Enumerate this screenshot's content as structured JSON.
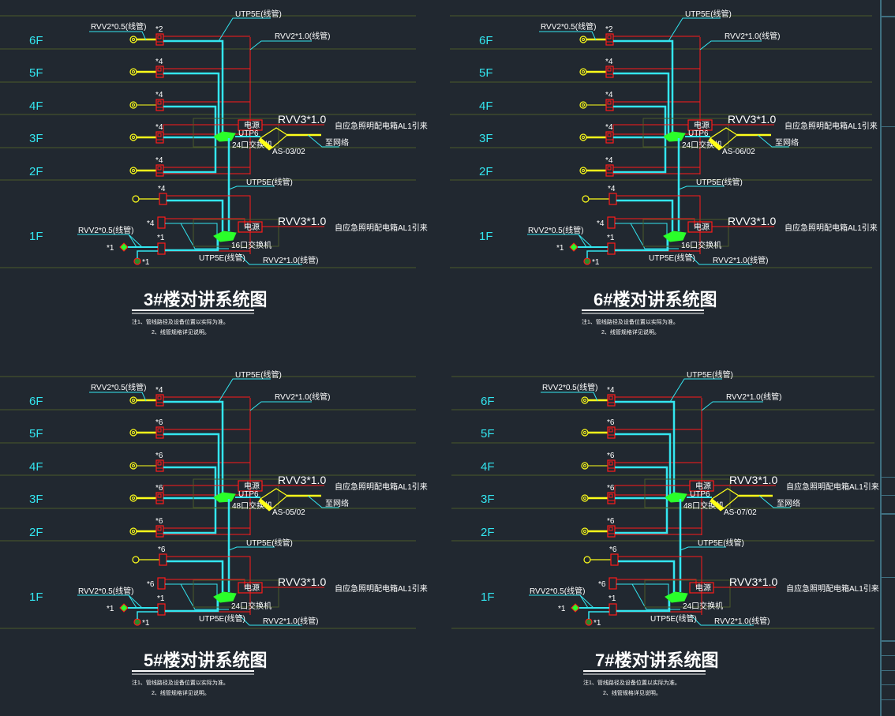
{
  "app": "CAD drawing viewer",
  "drawing": {
    "common_labels": {
      "riser_cable_top": "UTP5E(线管)",
      "riser_cable_mid": "UTP5E(线管)",
      "bottom_cable": "UTP5E(线管)",
      "power_cable_top": "RVV2*1.0(线管)",
      "power_cable_bottom": "RVV2*1.0(线管)",
      "door_cable_top": "RVV2*0.5(线管)",
      "door_cable_1f": "RVV2*0.5(线管)",
      "main_power_3f": "RVV3*1.0",
      "main_power_1f": "RVV3*1.0",
      "feed_3f": "自应急照明配电箱AL1引来",
      "feed_1f": "自应急照明配电箱AL1引来",
      "uplink": "UTP6",
      "to_network": "至网络",
      "power_box": "电源",
      "door_count_1f": "*1",
      "reader_count_1f": "*1",
      "exit_count_1f": "*1"
    },
    "floors": [
      "6F",
      "5F",
      "4F",
      "3F",
      "2F",
      "1F"
    ],
    "panels": [
      {
        "id": "building-3",
        "title": "3#楼对讲系统图",
        "counts": [
          "*2",
          "*4",
          "*4",
          "*4",
          "*4"
        ],
        "count_1f_a": "*4",
        "count_1f_b": "*4",
        "switch_3f": "24口交换机",
        "switch_1f": "16口交换机",
        "ap_label": "AS-03/02",
        "notes": [
          "注1、管线路径及设备位置以实际为准。",
          "2、线管规格详见说明。"
        ]
      },
      {
        "id": "building-6",
        "title": "6#楼对讲系统图",
        "counts": [
          "*2",
          "*4",
          "*4",
          "*4",
          "*4"
        ],
        "count_1f_a": "*4",
        "count_1f_b": "*4",
        "switch_3f": "24口交换机",
        "switch_1f": "16口交换机",
        "ap_label": "AS-06/02",
        "notes": [
          "注1、管线路径及设备位置以实际为准。",
          "2、线管规格详见说明。"
        ]
      },
      {
        "id": "building-5",
        "title": "5#楼对讲系统图",
        "counts": [
          "*4",
          "*6",
          "*6",
          "*6",
          "*6"
        ],
        "count_1f_a": "*6",
        "count_1f_b": "*6",
        "switch_3f": "48口交换机",
        "switch_1f": "24口交换机",
        "ap_label": "AS-05/02",
        "notes": [
          "注1、管线路径及设备位置以实际为准。",
          "2、线管规格详见说明。"
        ]
      },
      {
        "id": "building-7",
        "title": "7#楼对讲系统图",
        "counts": [
          "*4",
          "*6",
          "*6",
          "*6",
          "*6"
        ],
        "count_1f_a": "*6",
        "count_1f_b": "*6",
        "switch_3f": "48口交换机",
        "switch_1f": "24口交换机",
        "ap_label": "AS-07/02",
        "notes": [
          "注1、管线路径及设备位置以实际为准。",
          "2、线管规格详见说明。"
        ]
      }
    ]
  },
  "colors": {
    "background": "#212830",
    "floor_line": "#4a5a2a",
    "cyan": "#33e6f0",
    "red": "#ff1a1a",
    "yellow": "#ffff1a",
    "green": "#2aff2a",
    "white": "#ffffff",
    "toolbar_line": "#3f6f80"
  }
}
